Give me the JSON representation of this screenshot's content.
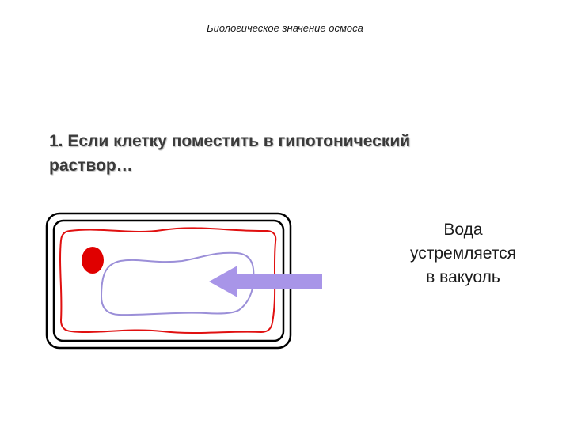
{
  "slide": {
    "title": "Биологическое значение осмоса",
    "heading_line1": "1. Если клетку поместить в гипотонический",
    "heading_line2": "раствор…",
    "caption": [
      "Вода",
      "устремляется",
      "в вакуоль"
    ]
  },
  "diagram": {
    "cell_wall_color": "#000000",
    "membrane_color": "#e01010",
    "nucleus_color": "#e00000",
    "vacuole_color": "#9b8fd8",
    "arrow_color": "#a895e8"
  }
}
